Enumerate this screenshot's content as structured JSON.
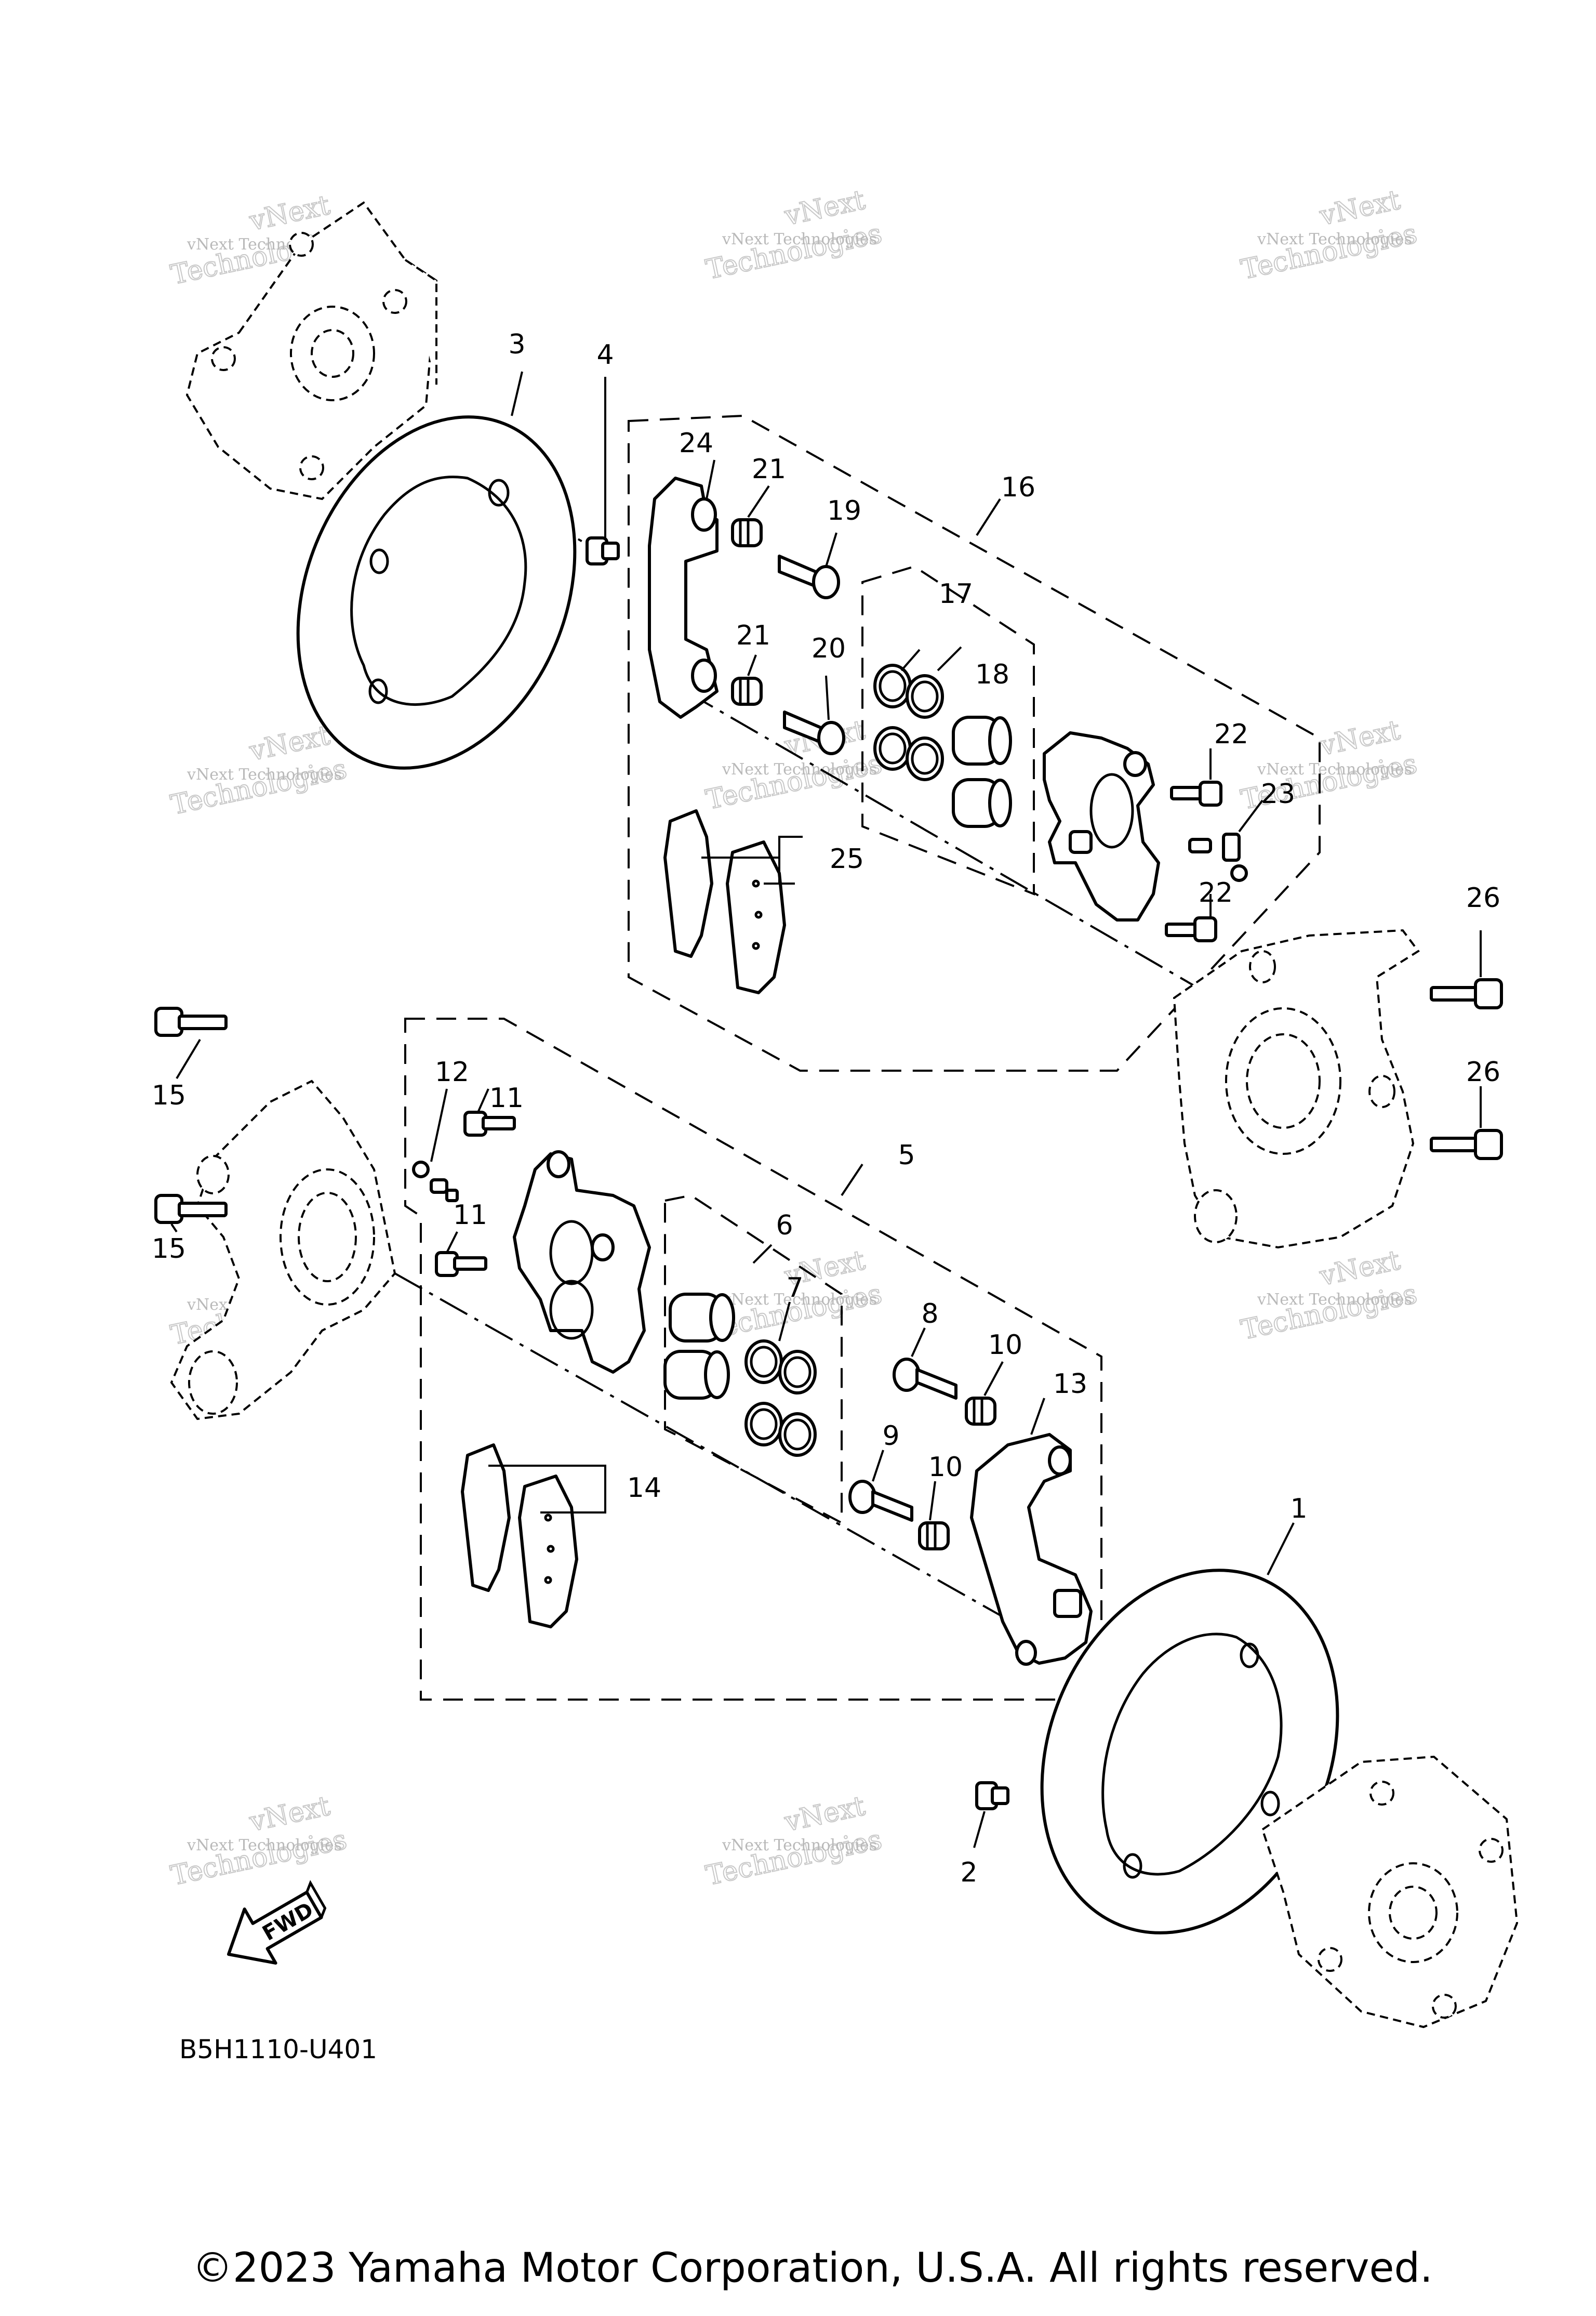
{
  "diagram": {
    "callouts": [
      "1",
      "2",
      "3",
      "4",
      "5",
      "6",
      "7",
      "8",
      "9",
      "10",
      "10",
      "11",
      "11",
      "12",
      "13",
      "14",
      "15",
      "15",
      "16",
      "17",
      "18",
      "19",
      "20",
      "21",
      "21",
      "22",
      "22",
      "23",
      "24",
      "25",
      "26",
      "26"
    ],
    "watermark": {
      "line1": "vNext Technologies",
      "line2": "Technologies",
      "line3": "vNext"
    },
    "fwd_label": "FWD",
    "diagram_code": "B5H1110-U401",
    "copyright": "©2023 Yamaha Motor Corporation, U.S.A. All rights reserved."
  }
}
